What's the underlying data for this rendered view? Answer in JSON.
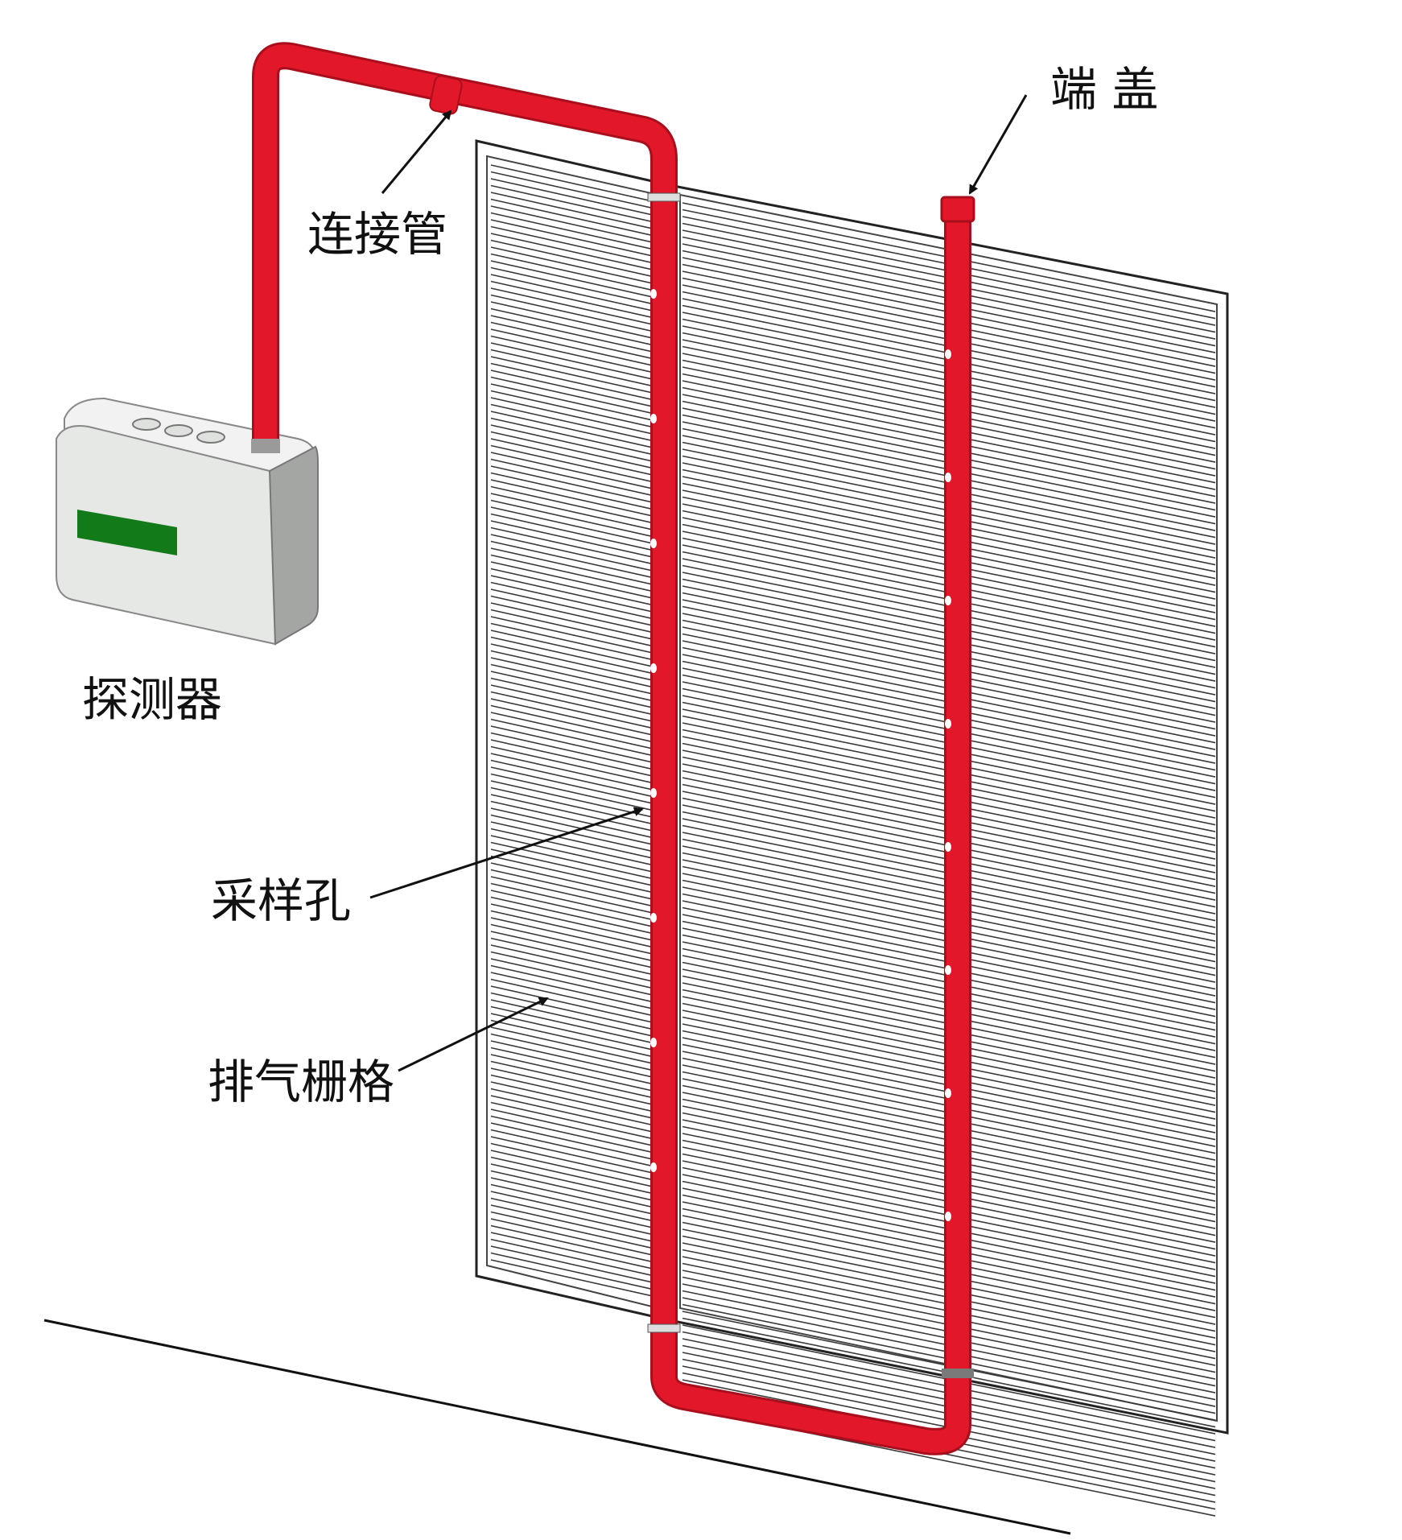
{
  "labels": {
    "end_cap": "端 盖",
    "connecting_pipe": "连接管",
    "detector": "探测器",
    "sampling_hole": "采样孔",
    "exhaust_grille": "排气栅格"
  },
  "colors": {
    "pipe": "#e2182a",
    "pipe_edge": "#a80e1c",
    "grille_line": "#3a3a3a",
    "detector_body": "#e6e8e6",
    "detector_side": "#a4a6a4",
    "detector_display": "#137a1a",
    "text": "#111111"
  },
  "icons": {
    "detector": "aspirating-smoke-detector-icon",
    "arrow": "arrow-pointer-icon"
  }
}
